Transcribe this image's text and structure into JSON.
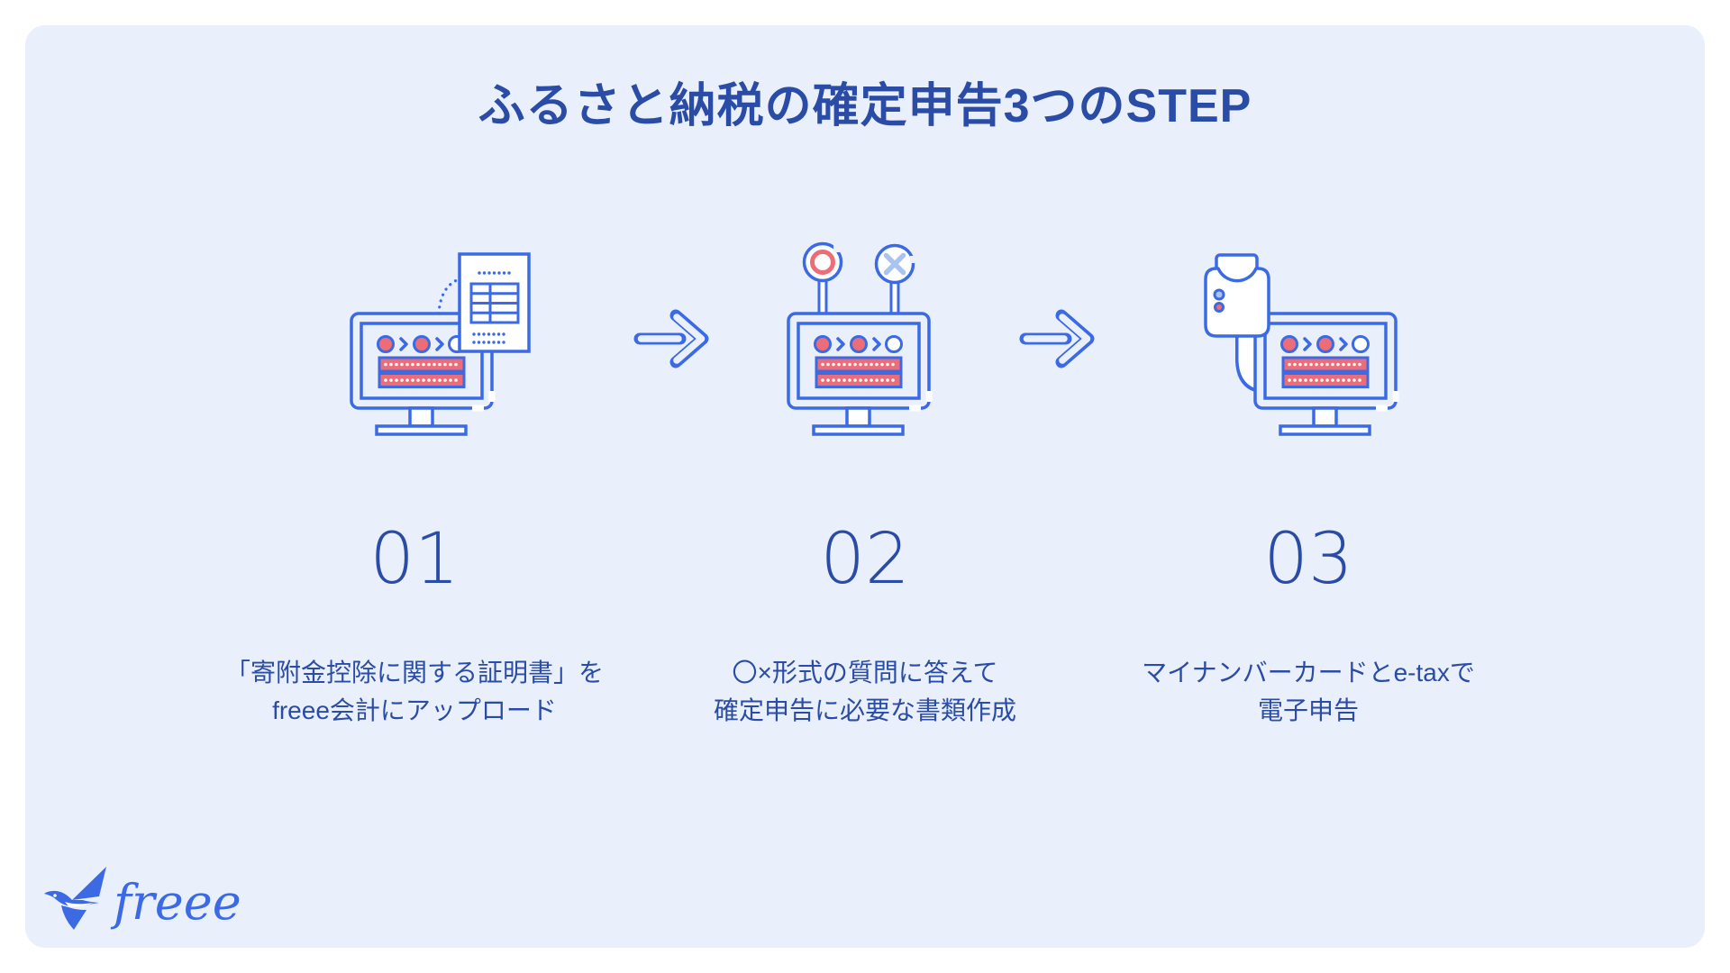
{
  "title": "ふるさと納税の確定申告3つのSTEP",
  "steps": [
    {
      "number": "01",
      "icon": "monitor-upload-icon",
      "lines": [
        "「寄附金控除に関する証明書」を",
        "freee会計にアップロード"
      ]
    },
    {
      "number": "02",
      "icon": "monitor-quiz-icon",
      "lines": [
        "〇×形式の質問に答えて",
        "確定申告に必要な書類作成"
      ]
    },
    {
      "number": "03",
      "icon": "card-reader-etax-icon",
      "lines": [
        "マイナンバーカードとe-taxで",
        "電子申告"
      ]
    }
  ],
  "logo": {
    "text": "freee"
  },
  "colors": {
    "panel_background": "#e9f0fc",
    "outline_blue": "#3b6ae4",
    "text_blue": "#2b4ca6",
    "accent_salmon": "#ec6d78",
    "accent_light_blue": "#a9c4ef"
  }
}
